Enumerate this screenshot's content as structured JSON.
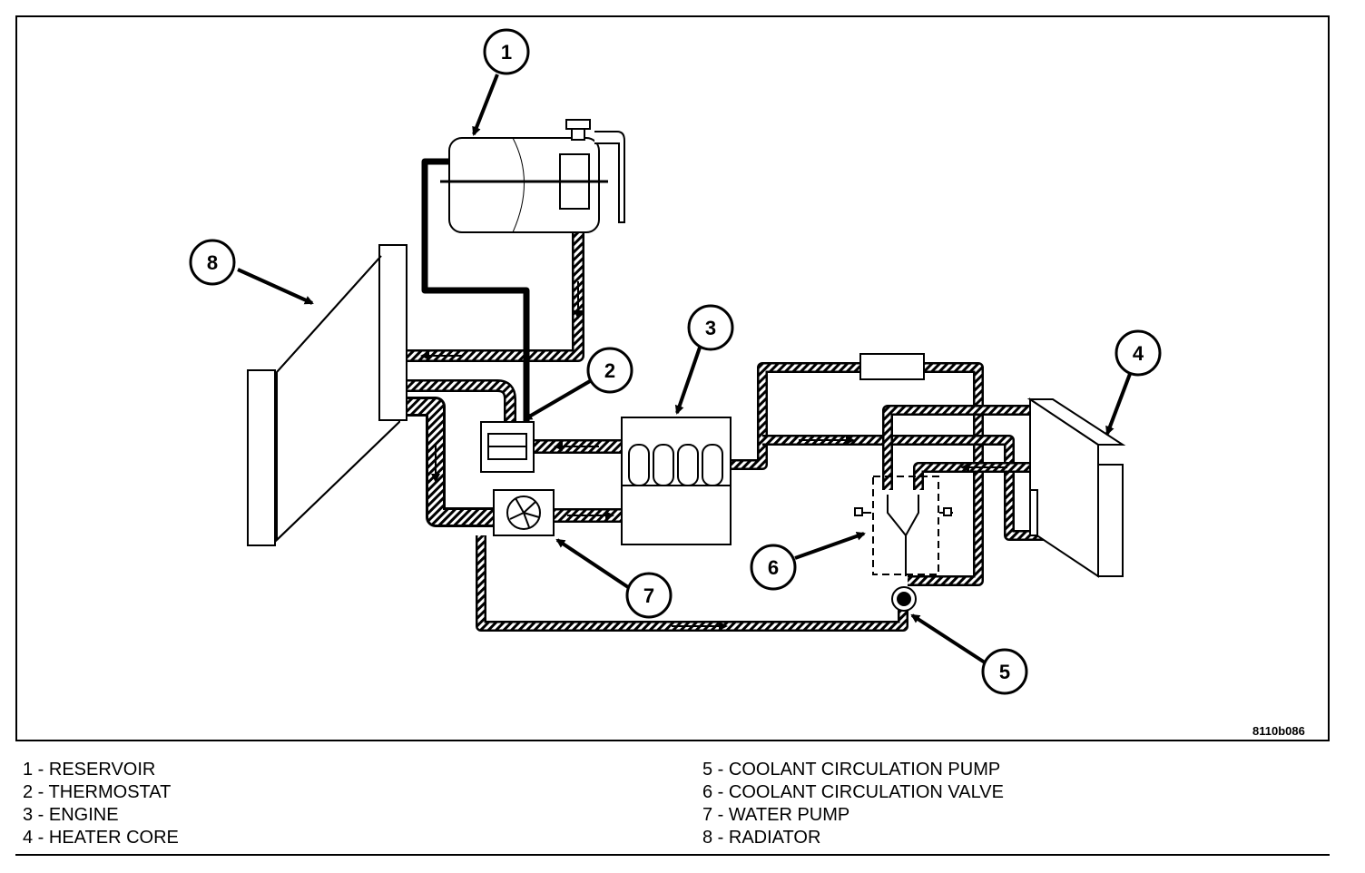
{
  "figure_id": "8110b086",
  "callouts": [
    {
      "num": "1",
      "name": "RESERVOIR"
    },
    {
      "num": "2",
      "name": "THERMOSTAT"
    },
    {
      "num": "3",
      "name": "ENGINE"
    },
    {
      "num": "4",
      "name": "HEATER CORE"
    },
    {
      "num": "5",
      "name": "COOLANT CIRCULATION PUMP"
    },
    {
      "num": "6",
      "name": "COOLANT CIRCULATION VALVE"
    },
    {
      "num": "7",
      "name": "WATER PUMP"
    },
    {
      "num": "8",
      "name": "RADIATOR"
    }
  ],
  "legend": {
    "left": [
      "1 - RESERVOIR",
      "2 - THERMOSTAT",
      "3 - ENGINE",
      "4 - HEATER CORE"
    ],
    "right": [
      "5 - COOLANT CIRCULATION PUMP",
      "6 - COOLANT CIRCULATION VALVE",
      "7 - WATER PUMP",
      "8 - RADIATOR"
    ]
  }
}
